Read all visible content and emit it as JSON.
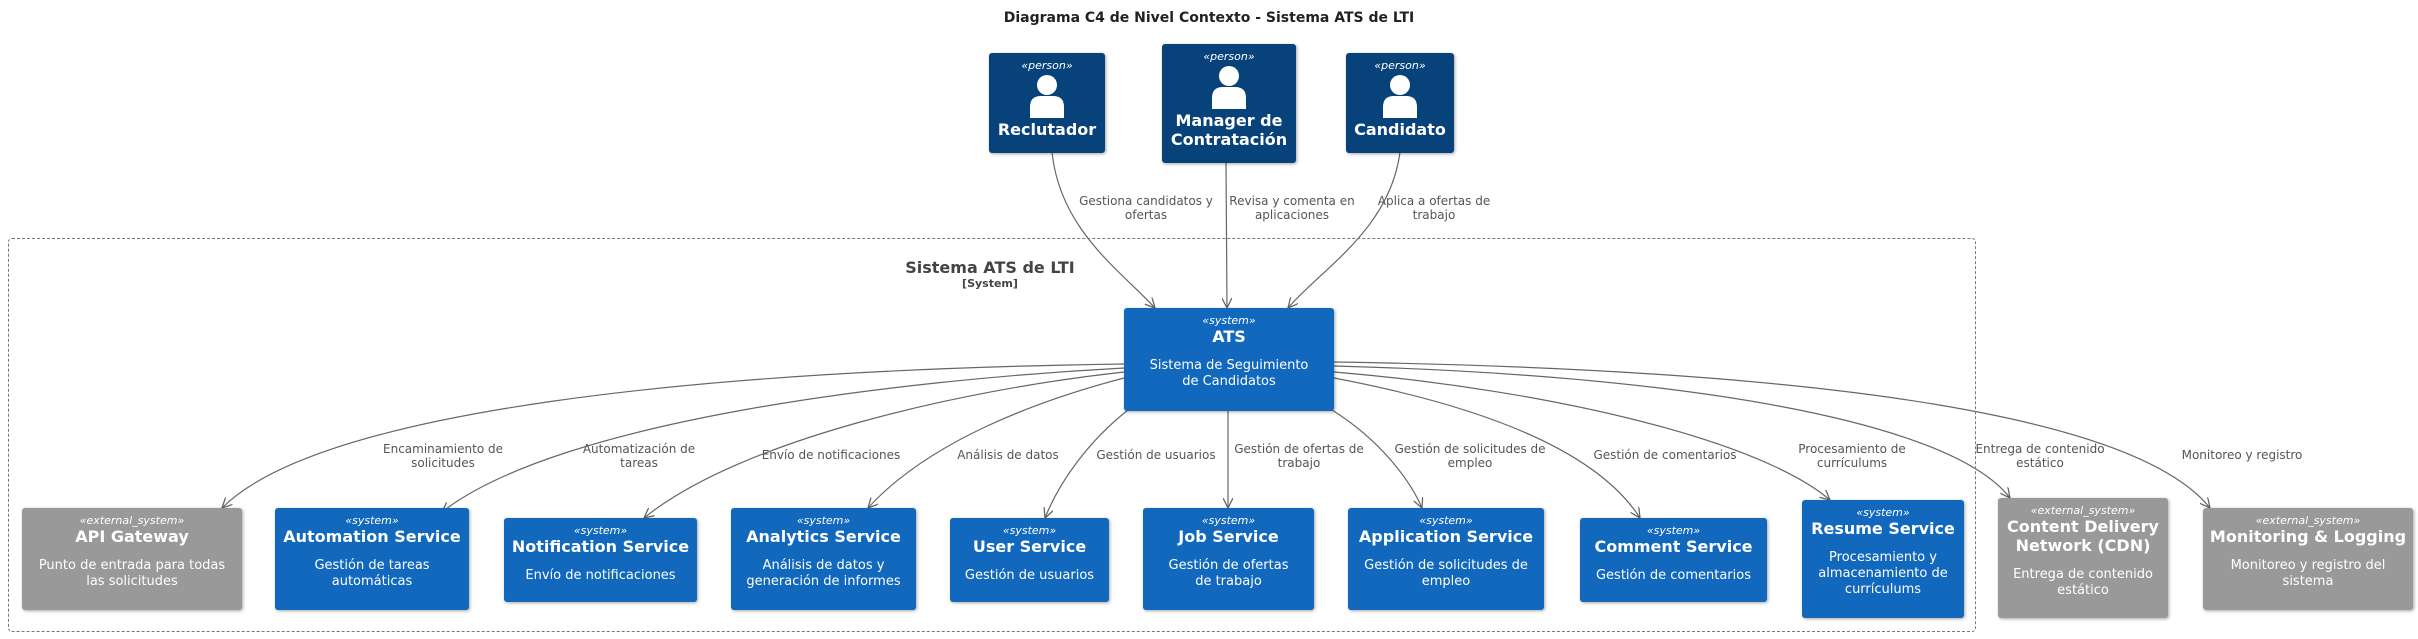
{
  "title": "Diagrama C4 de Nivel Contexto - Sistema ATS de LTI",
  "boundary": {
    "title": "Sistema ATS de LTI",
    "tag": "[System]"
  },
  "persons": [
    {
      "stereotype": "«person»",
      "name": "Reclutador"
    },
    {
      "stereotype": "«person»",
      "name": "Manager de Contratación"
    },
    {
      "stereotype": "«person»",
      "name": "Candidato"
    }
  ],
  "ats": {
    "stereotype": "«system»",
    "name": "ATS",
    "description": "Sistema de Seguimiento de Candidatos"
  },
  "services": [
    {
      "stereotype": "«external_system»",
      "name": "API Gateway",
      "description": "Punto de entrada para todas las solicitudes",
      "kind": "external"
    },
    {
      "stereotype": "«system»",
      "name": "Automation Service",
      "description": "Gestión de tareas automáticas",
      "kind": "system"
    },
    {
      "stereotype": "«system»",
      "name": "Notification Service",
      "description": "Envío de notificaciones",
      "kind": "system"
    },
    {
      "stereotype": "«system»",
      "name": "Analytics Service",
      "description": "Análisis de datos y generación de informes",
      "kind": "system"
    },
    {
      "stereotype": "«system»",
      "name": "User Service",
      "description": "Gestión de usuarios",
      "kind": "system"
    },
    {
      "stereotype": "«system»",
      "name": "Job Service",
      "description": "Gestión de ofertas de trabajo",
      "kind": "system"
    },
    {
      "stereotype": "«system»",
      "name": "Application Service",
      "description": "Gestión de solicitudes de empleo",
      "kind": "system"
    },
    {
      "stereotype": "«system»",
      "name": "Comment Service",
      "description": "Gestión de comentarios",
      "kind": "system"
    },
    {
      "stereotype": "«system»",
      "name": "Resume Service",
      "description": "Procesamiento y almacenamiento de currículums",
      "kind": "system"
    },
    {
      "stereotype": "«external_system»",
      "name": "Content Delivery Network (CDN)",
      "description": "Entrega de contenido estático",
      "kind": "external"
    },
    {
      "stereotype": "«external_system»",
      "name": "Monitoring & Logging",
      "description": "Monitoreo y registro del sistema",
      "kind": "external"
    }
  ],
  "person_edges": [
    "Gestiona candidatos y ofertas",
    "Revisa y comenta en aplicaciones",
    "Aplica a ofertas de trabajo"
  ],
  "service_edges": [
    "Encaminamiento de solicitudes",
    "Automatización de tareas",
    "Envío de notificaciones",
    "Análisis de datos",
    "Gestión de usuarios",
    "Gestión de ofertas de trabajo",
    "Gestión de solicitudes de empleo",
    "Gestión de comentarios",
    "Procesamiento de currículums",
    "Entrega de contenido estático",
    "Monitoreo y registro"
  ],
  "colors": {
    "person": "#08427b",
    "system": "#1168bd",
    "external": "#999999",
    "edge": "#666666"
  },
  "icons": {
    "person": "person-icon"
  }
}
